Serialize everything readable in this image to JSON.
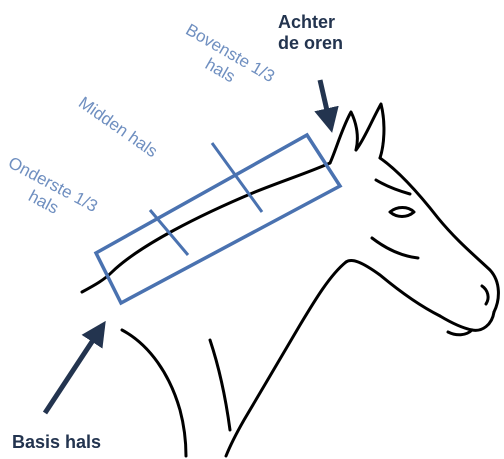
{
  "labels": {
    "onderste": {
      "line1": "Onderste 1/3",
      "line2": "hals"
    },
    "midden": {
      "line1": "Midden hals"
    },
    "bovenste": {
      "line1": "Bovenste 1/3",
      "line2": "hals"
    },
    "achter": {
      "line1": "Achter",
      "line2": "de oren"
    },
    "basis": {
      "line1": "Basis hals"
    }
  },
  "colors": {
    "outline": "#000000",
    "neck_box": "#4a72b0",
    "label_blue": "#6f8fc0",
    "label_dark": "#23344f",
    "arrow": "#23344f"
  },
  "icons": {
    "horse": "horse-head-line-drawing",
    "arrow": "arrow-icon"
  }
}
